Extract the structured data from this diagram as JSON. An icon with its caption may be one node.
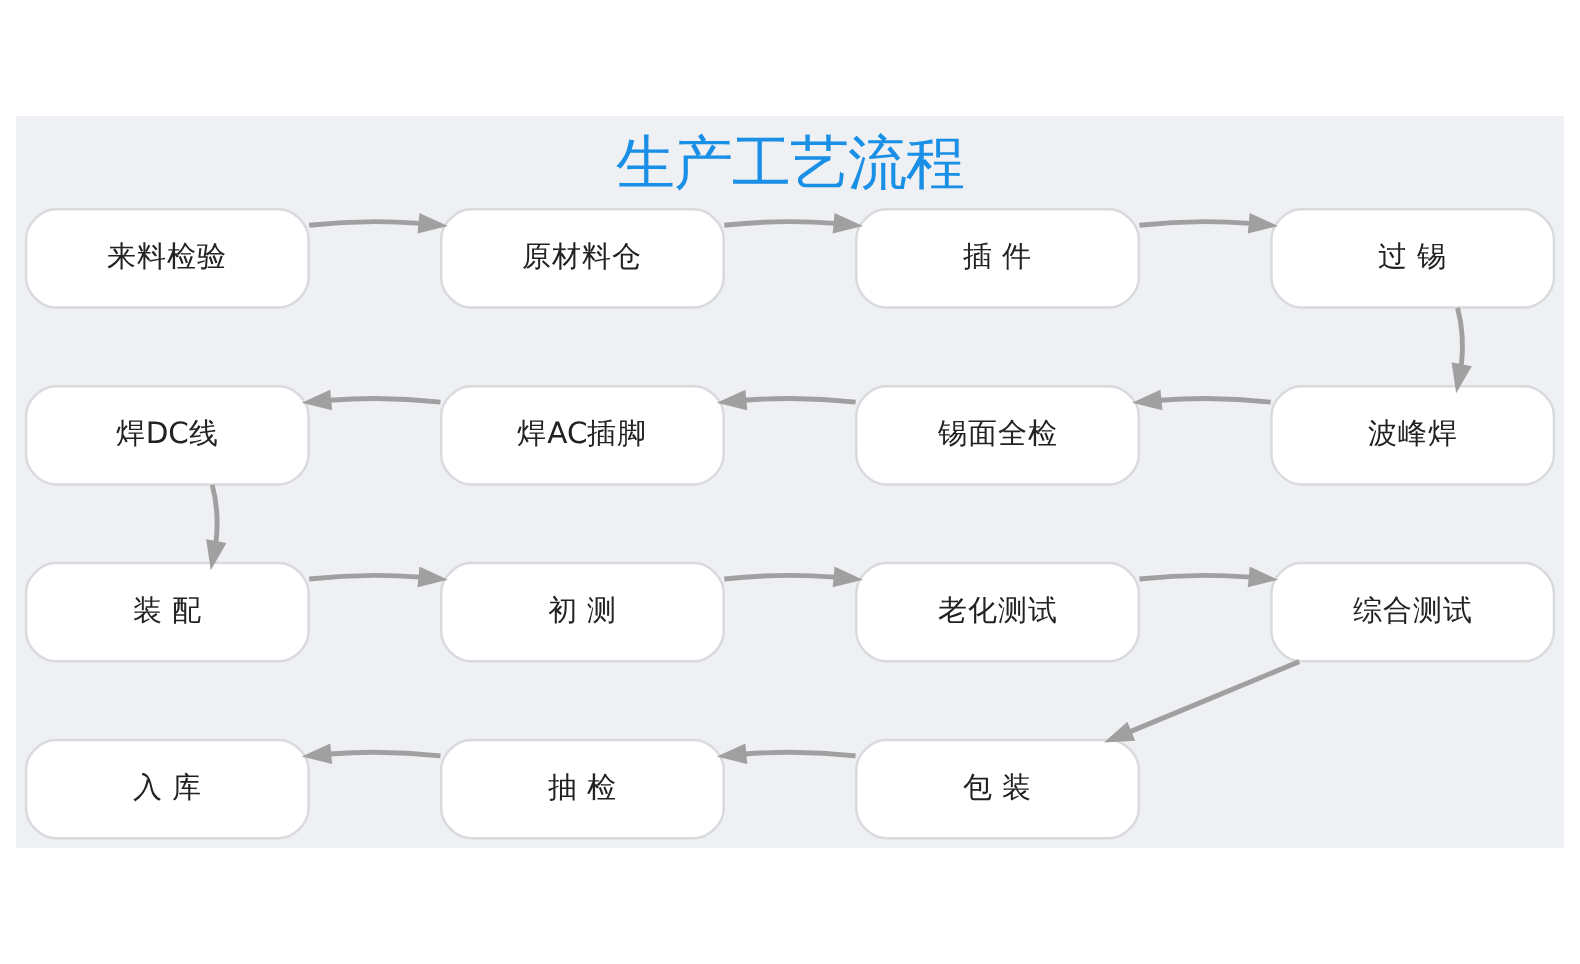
{
  "diagram": {
    "title": "生产工艺流程",
    "nodes": [
      {
        "text": [
          "来料检验"
        ]
      },
      {
        "text": [
          "原材料仓"
        ]
      },
      {
        "text": [
          "插 件"
        ]
      },
      {
        "text": [
          "过 锡"
        ]
      },
      {
        "text": [
          "焊DC线"
        ]
      },
      {
        "text": [
          "焊AC插脚"
        ]
      },
      {
        "text": [
          "锡面全检"
        ]
      },
      {
        "text": [
          "波峰焊"
        ]
      },
      {
        "text": [
          "装 配"
        ]
      },
      {
        "text": [
          "初 测"
        ]
      },
      {
        "text": [
          "老化测试"
        ]
      },
      {
        "text": [
          "综合测试"
        ]
      },
      {
        "text": [
          "入 库"
        ]
      },
      {
        "text": [
          "抽 检"
        ]
      },
      {
        "text": [
          "包 装"
        ]
      }
    ],
    "edges": [
      {
        "from": 0,
        "to": 1,
        "arrow": "to"
      },
      {
        "from": 1,
        "to": 2,
        "arrow": "to"
      },
      {
        "from": 2,
        "to": 3,
        "arrow": "to"
      },
      {
        "from": 3,
        "to": 7,
        "arrow": "to"
      },
      {
        "from": 7,
        "to": 6,
        "arrow": "to"
      },
      {
        "from": 6,
        "to": 5,
        "arrow": "to"
      },
      {
        "from": 5,
        "to": 4,
        "arrow": "to"
      },
      {
        "from": 4,
        "to": 8,
        "arrow": "to"
      },
      {
        "from": 8,
        "to": 9,
        "arrow": "to"
      },
      {
        "from": 9,
        "to": 10,
        "arrow": "to"
      },
      {
        "from": 10,
        "to": 11,
        "arrow": "to"
      },
      {
        "from": 11,
        "to": 14,
        "arrow": "to"
      },
      {
        "from": 14,
        "to": 13,
        "arrow": "to"
      },
      {
        "from": 13,
        "to": 12,
        "arrow": "to"
      }
    ]
  }
}
